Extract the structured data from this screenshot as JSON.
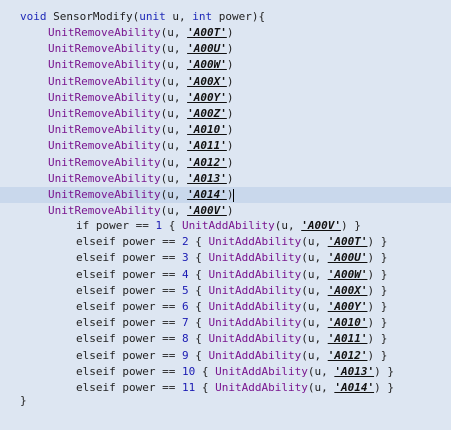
{
  "colors": {
    "background": "#dde6f2",
    "highlight_line": "#c9d8ec",
    "keyword": "#1f2ab8",
    "function": "#7a1790",
    "string": "#111111",
    "number": "#1b1bb3"
  },
  "code": {
    "header": {
      "kw_void": "void",
      "func_name": "SensorModify",
      "open_paren": "(",
      "kw_unit": "unit",
      "param_u": "u",
      "comma": ",",
      "kw_int": "int",
      "param_power": "power",
      "close": "){"
    },
    "remove_fn": "UnitRemoveAbility",
    "add_fn": "UnitAddAbility",
    "remove_lines": [
      "'A00T'",
      "'A00U'",
      "'A00W'",
      "'A00X'",
      "'A00Y'",
      "'A00Z'",
      "'A010'",
      "'A011'",
      "'A012'",
      "'A013'",
      "'A014'",
      "'A00V'"
    ],
    "cond_lines": [
      {
        "kw": "if",
        "cond": "power == ",
        "num": "1",
        "arg": "'A00V'"
      },
      {
        "kw": "elseif",
        "cond": "power == ",
        "num": "2",
        "arg": "'A00T'"
      },
      {
        "kw": "elseif",
        "cond": "power == ",
        "num": "3",
        "arg": "'A00U'"
      },
      {
        "kw": "elseif",
        "cond": "power == ",
        "num": "4",
        "arg": "'A00W'"
      },
      {
        "kw": "elseif",
        "cond": "power == ",
        "num": "5",
        "arg": "'A00X'"
      },
      {
        "kw": "elseif",
        "cond": "power == ",
        "num": "6",
        "arg": "'A00Y'"
      },
      {
        "kw": "elseif",
        "cond": "power == ",
        "num": "7",
        "arg": "'A010'"
      },
      {
        "kw": "elseif",
        "cond": "power == ",
        "num": "8",
        "arg": "'A011'"
      },
      {
        "kw": "elseif",
        "cond": "power == ",
        "num": "9",
        "arg": "'A012'"
      },
      {
        "kw": "elseif",
        "cond": "power == ",
        "num": "10",
        "arg": "'A013'"
      },
      {
        "kw": "elseif",
        "cond": "power == ",
        "num": "11",
        "arg": "'A014'"
      }
    ],
    "closing": "}"
  }
}
